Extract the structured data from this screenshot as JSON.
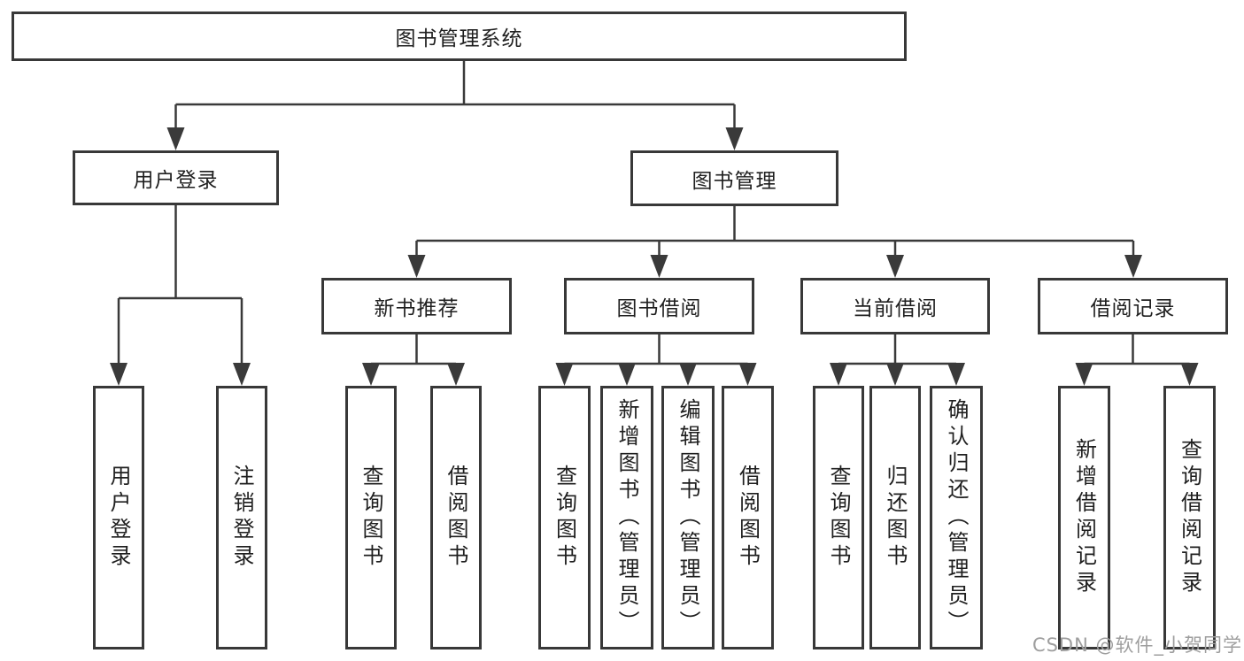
{
  "diagram": {
    "type": "hierarchy-flowchart",
    "root": "图书管理系统",
    "branches": [
      {
        "label": "用户登录",
        "children": [
          {
            "label": "用户登录"
          },
          {
            "label": "注销登录"
          }
        ]
      },
      {
        "label": "图书管理",
        "children": [
          {
            "label": "新书推荐",
            "children": [
              {
                "label": "查询图书"
              },
              {
                "label": "借阅图书"
              }
            ]
          },
          {
            "label": "图书借阅",
            "children": [
              {
                "label": "查询图书"
              },
              {
                "label": "新增图书（管理员）"
              },
              {
                "label": "编辑图书（管理员）"
              },
              {
                "label": "借阅图书"
              }
            ]
          },
          {
            "label": "当前借阅",
            "children": [
              {
                "label": "查询图书"
              },
              {
                "label": "归还图书"
              },
              {
                "label": "确认归还（管理员）"
              }
            ]
          },
          {
            "label": "借阅记录",
            "children": [
              {
                "label": "新增借阅记录"
              },
              {
                "label": "查询借阅记录"
              }
            ]
          }
        ]
      }
    ]
  },
  "watermark": {
    "text": "CSDN @软件_小贺同学"
  },
  "colors": {
    "background": "#ffffff",
    "line": "#3a3a3a",
    "box_border": "#383838",
    "text": "#1f1f1f",
    "watermark": "#9e9e9e"
  }
}
